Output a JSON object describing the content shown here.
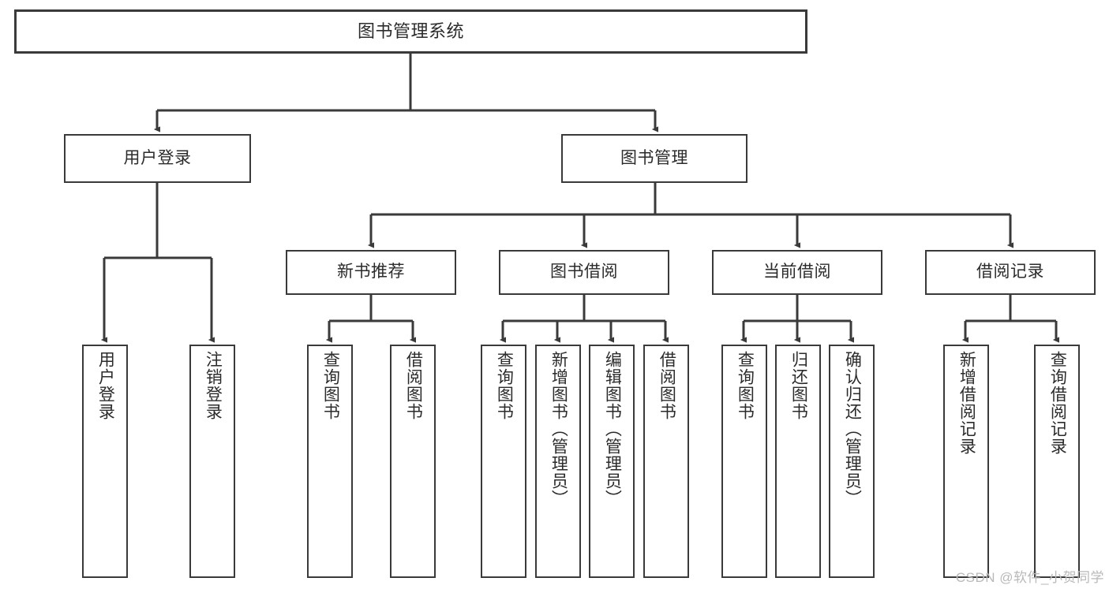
{
  "diagram": {
    "title": "图书管理系统",
    "type": "tree",
    "watermark": "CSDN @软件_小贺同学",
    "colors": {
      "background": "#ffffff",
      "stroke": "#3a3a3a",
      "text": "#2b2b2b",
      "watermark": "#b9b9b9"
    },
    "root": {
      "id": "root",
      "label": "图书管理系统"
    },
    "level2": [
      {
        "id": "user-login",
        "label": "用户登录"
      },
      {
        "id": "book-manage",
        "label": "图书管理"
      }
    ],
    "level3": [
      {
        "id": "new-book-rec",
        "label": "新书推荐",
        "parent": "book-manage"
      },
      {
        "id": "book-borrow",
        "label": "图书借阅",
        "parent": "book-manage"
      },
      {
        "id": "current-borrow",
        "label": "当前借阅",
        "parent": "book-manage"
      },
      {
        "id": "borrow-record",
        "label": "借阅记录",
        "parent": "book-manage"
      }
    ],
    "leaves": [
      {
        "id": "leaf-user-login",
        "label": "用户登录",
        "parent": "user-login"
      },
      {
        "id": "leaf-logout",
        "label": "注销登录",
        "parent": "user-login"
      },
      {
        "id": "leaf-query-book-1",
        "label": "查询图书",
        "parent": "new-book-rec"
      },
      {
        "id": "leaf-borrow-book-1",
        "label": "借阅图书",
        "parent": "new-book-rec"
      },
      {
        "id": "leaf-query-book-2",
        "label": "查询图书",
        "parent": "book-borrow"
      },
      {
        "id": "leaf-add-book",
        "label": "新增图书（管理员）",
        "parent": "book-borrow"
      },
      {
        "id": "leaf-edit-book",
        "label": "编辑图书（管理员）",
        "parent": "book-borrow"
      },
      {
        "id": "leaf-borrow-book-2",
        "label": "借阅图书",
        "parent": "book-borrow"
      },
      {
        "id": "leaf-query-book-3",
        "label": "查询图书",
        "parent": "current-borrow"
      },
      {
        "id": "leaf-return-book",
        "label": "归还图书",
        "parent": "current-borrow"
      },
      {
        "id": "leaf-confirm-return",
        "label": "确认归还（管理员）",
        "parent": "current-borrow"
      },
      {
        "id": "leaf-add-record",
        "label": "新增借阅记录",
        "parent": "borrow-record"
      },
      {
        "id": "leaf-query-record",
        "label": "查询借阅记录",
        "parent": "borrow-record"
      }
    ]
  }
}
